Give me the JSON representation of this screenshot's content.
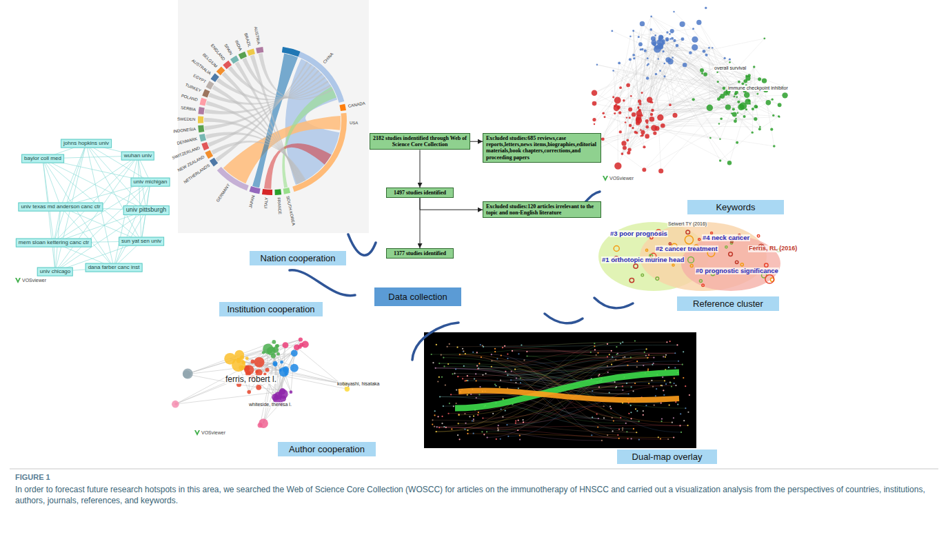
{
  "diagram": {
    "caption": "In order to forecast future research hotspots in this area, we searched the Web of Science Core Collection (WOSCC) for articles on the immunotherapy of HNSCC and carried out a visualization analysis from the perspectives of countries, institutions, authors, journals, references, and keywords.",
    "nodes": [
      {
        "text": [
          "2182 studies indentified through Web of Science Core Collection"
        ]
      },
      {
        "text": [
          "Excluded studies:685 reviews,case reports,letters,news items,biographies,editorial materials,book chapters,corrections,and proceeding papers"
        ]
      },
      {
        "text": [
          "1497 studies identified"
        ]
      },
      {
        "text": [
          "Excluded studies:120 articles irrelevant to the topic and non-English literature"
        ]
      },
      {
        "text": [
          "1377 studies identified"
        ]
      },
      {
        "text": [
          "Data collection"
        ]
      },
      {
        "text": [
          "Nation cooperation"
        ]
      },
      {
        "text": [
          "Keywords"
        ]
      },
      {
        "text": [
          "Institution cooperation"
        ]
      },
      {
        "text": [
          "Reference cluster"
        ]
      },
      {
        "text": [
          "Author cooperation"
        ]
      },
      {
        "text": [
          "Dual-map overlay"
        ]
      }
    ],
    "edges": [
      {
        "from": 0,
        "to": 1,
        "arrow": "to"
      },
      {
        "from": 0,
        "to": 2,
        "arrow": "to"
      },
      {
        "from": 2,
        "to": 3,
        "arrow": "to"
      },
      {
        "from": 2,
        "to": 4,
        "arrow": "to"
      }
    ],
    "labels": [
      "FIGURE 1",
      "CHINA",
      "USA",
      "CANADA",
      "SOUTH KOREA",
      "FRANCE",
      "ITALY",
      "JAPAN",
      "GERMANY",
      "NETHERLANDS",
      "NEW ZEALAND",
      "SWITZERLAND",
      "DENMARK",
      "INDONESIA",
      "SWEDEN",
      "SERBIA",
      "POLAND",
      "TURKEY",
      "EGYPT",
      "AUSTRALIA",
      "BELGIUM",
      "ENGLAND",
      "SPAIN",
      "INDIA",
      "BRAZIL",
      "AUSTRIA",
      "VOSviewer",
      "overall survival",
      "immune checkpoint inhibitor",
      "johns hopkins univ",
      "wuhan univ",
      "univ michigan",
      "univ pittsburgh",
      "sun yat sen univ",
      "dana farber canc inst",
      "univ chicago",
      "mem sloan kettering canc ctr",
      "univ texas md anderson canc ctr",
      "baylor coll med",
      "VOSviewer",
      "#3 poor prognosis",
      "#2 cancer treatment",
      "#4 neck cancer",
      "#1 orthotopic murine head",
      "#0 prognostic significance",
      "Seiwert TY (2016)",
      "Ferris, RL (2016)",
      "ferris, robert l.",
      "whiteside, theresa l.",
      "kobayashi, hisataka",
      "VOSviewer"
    ]
  }
}
